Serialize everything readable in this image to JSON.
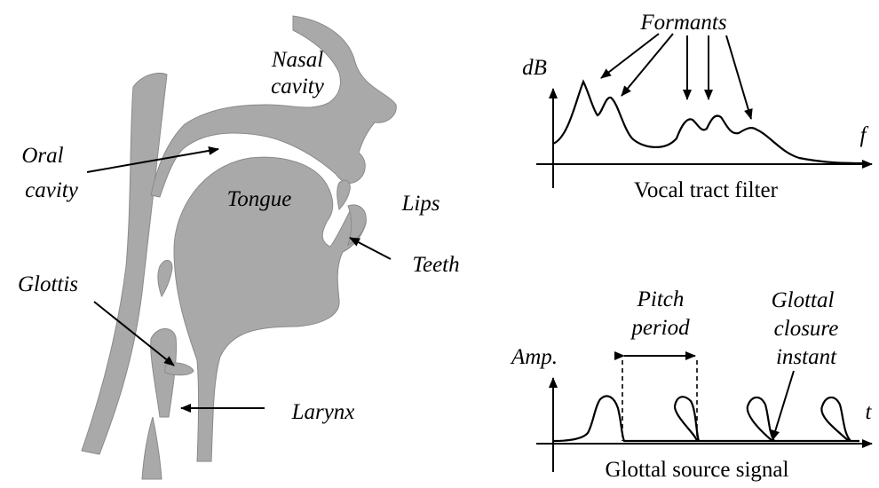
{
  "anatomy": {
    "nasal_line1": "Nasal",
    "nasal_line2": "cavity",
    "oral_line1": "Oral",
    "oral_line2": "cavity",
    "tongue": "Tongue",
    "lips": "Lips",
    "teeth": "Teeth",
    "glottis": "Glottis",
    "larynx": "Larynx"
  },
  "filter_plot": {
    "annotation": "Formants",
    "y_label": "dB",
    "x_label": "f",
    "caption": "Vocal tract filter"
  },
  "source_plot": {
    "y_label": "Amp.",
    "x_label": "t",
    "pitch_line1": "Pitch",
    "pitch_line2": "period",
    "closure_line1": "Glottal",
    "closure_line2": "closure",
    "closure_line3": "instant",
    "caption": "Glottal source signal"
  },
  "colors": {
    "tissue": "#a9a9a9",
    "ink": "#000000",
    "background": "#ffffff"
  }
}
